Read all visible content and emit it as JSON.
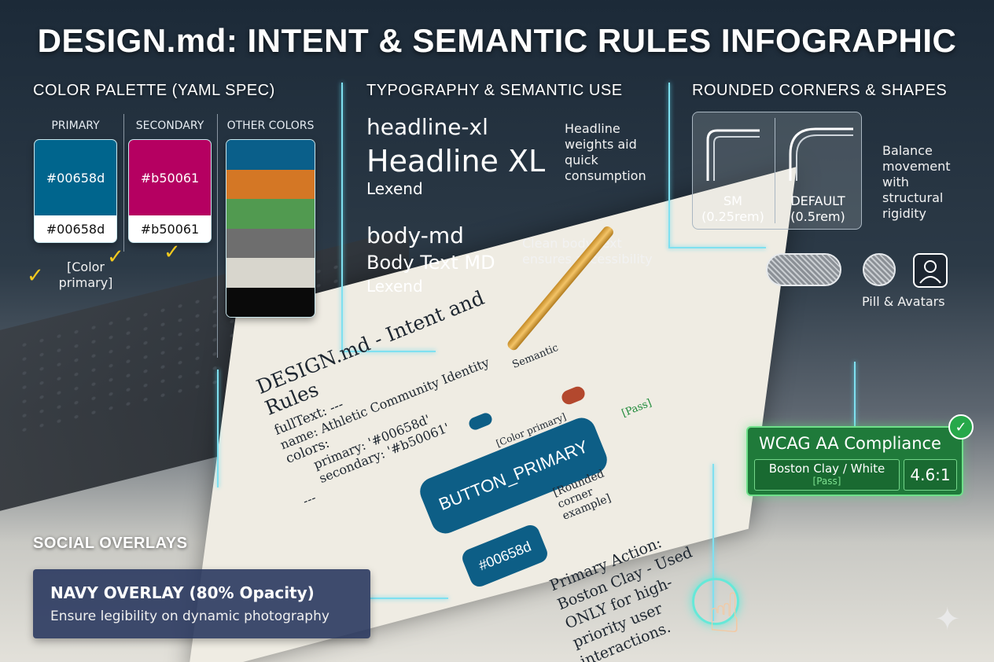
{
  "title": "DESIGN.md: INTENT & SEMANTIC RULES INFOGRAPHIC",
  "color_palette": {
    "heading": "COLOR PALETTE (YAML SPEC)",
    "primary": {
      "label": "PRIMARY",
      "hex_top": "#00658d",
      "hex_bottom": "#00658d",
      "color": "#00658d"
    },
    "secondary": {
      "label": "SECONDARY",
      "hex_top": "#b50061",
      "hex_bottom": "#b50061",
      "color": "#b50061"
    },
    "other": {
      "label": "OTHER COLORS",
      "colors": [
        "#0a5f8a",
        "#d47725",
        "#519a50",
        "#6e6e6e",
        "#d8d6cd",
        "#0a0a0a"
      ]
    },
    "note": "[Color primary]"
  },
  "typography": {
    "heading": "TYPOGRAPHY & SEMANTIC USE",
    "headline_token": "headline-xl",
    "headline_sample": "Headline XL",
    "headline_font": "Lexend",
    "headline_note": "Headline weights aid quick consumption",
    "body_token": "body-md",
    "body_sample": "Body Text MD",
    "body_font": "Lexend",
    "body_note": "Clean body text ensures accessibility"
  },
  "shapes": {
    "heading": "ROUNDED CORNERS & SHAPES",
    "sm_label": "SM",
    "sm_value": "(0.25rem)",
    "default_label": "DEFAULT",
    "default_value": "(0.5rem)",
    "note": "Balance movement with structural rigidity",
    "pill_label": "Pill & Avatars"
  },
  "document": {
    "title": "DESIGN.md - Intent and Rules",
    "fulltext": "fullText: ---",
    "name": "name: Athletic Community Identity",
    "colors": "colors:",
    "primary": "primary: '#00658d'",
    "secondary": "secondary: '#b50061'",
    "dashes": "---",
    "color_primary_tag": "[Color primary]",
    "button": "BUTTON_PRIMARY",
    "corner_note": "[Rounded corner example]",
    "chip": "#00658d",
    "primary_action": "Primary Action: Boston Clay - Used ONLY for high-priority user interactions.",
    "semantic": "Semantic",
    "pass": "[Pass]"
  },
  "wcag": {
    "title": "WCAG AA Compliance",
    "pair": "Boston Clay / White",
    "status": "[Pass]",
    "ratio": "4.6:1"
  },
  "social": {
    "heading": "SOCIAL OVERLAYS",
    "overlay_title": "NAVY OVERLAY (80% Opacity)",
    "overlay_sub": "Ensure legibility on dynamic photography"
  }
}
